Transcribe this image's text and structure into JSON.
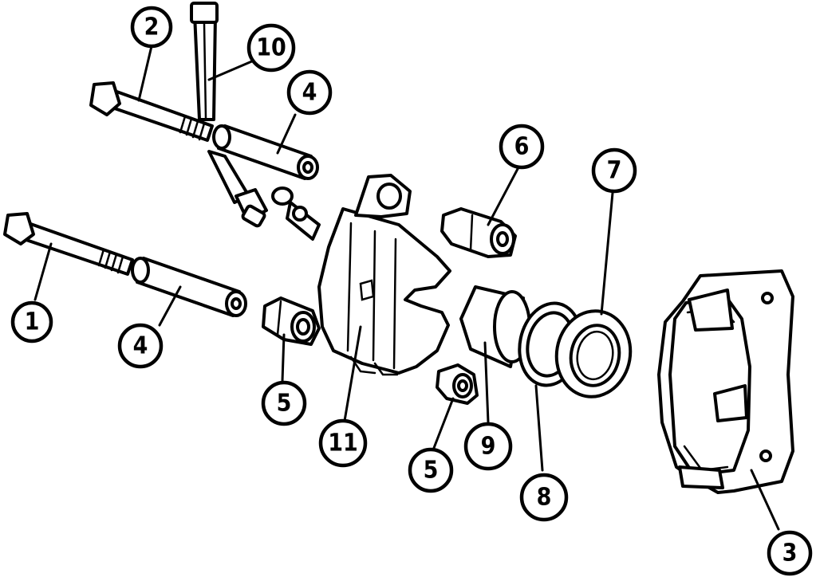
{
  "callouts": [
    {
      "id": "callout-1",
      "label": "1"
    },
    {
      "id": "callout-2",
      "label": "2"
    },
    {
      "id": "callout-3",
      "label": "3"
    },
    {
      "id": "callout-4a",
      "label": "4"
    },
    {
      "id": "callout-4b",
      "label": "4"
    },
    {
      "id": "callout-5a",
      "label": "5"
    },
    {
      "id": "callout-5b",
      "label": "5"
    },
    {
      "id": "callout-6",
      "label": "6"
    },
    {
      "id": "callout-7",
      "label": "7"
    },
    {
      "id": "callout-8",
      "label": "8"
    },
    {
      "id": "callout-9",
      "label": "9"
    },
    {
      "id": "callout-10",
      "label": "10"
    },
    {
      "id": "callout-11",
      "label": "11"
    }
  ]
}
